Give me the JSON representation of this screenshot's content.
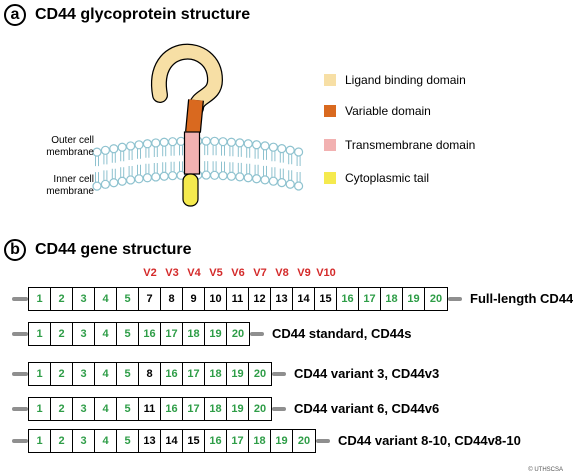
{
  "panel_a": {
    "badge": "a",
    "title": "CD44 glycoprotein structure",
    "membrane_labels": {
      "outer": [
        "Outer cell",
        "membrane"
      ],
      "inner": [
        "Inner cell",
        "membrane"
      ]
    },
    "legend": [
      {
        "label": "Ligand binding domain",
        "color": "#f7dfa5"
      },
      {
        "label": "Variable domain",
        "color": "#d9691f"
      },
      {
        "label": "Transmembrane domain",
        "color": "#f2b1b1"
      },
      {
        "label": "Cytoplasmic tail",
        "color": "#f5ea4e"
      }
    ],
    "membrane_color": "#8ec2cf"
  },
  "panel_b": {
    "badge": "b",
    "title": "CD44 gene structure",
    "variable_exon_labels": [
      "V2",
      "V3",
      "V4",
      "V5",
      "V6",
      "V7",
      "V8",
      "V9",
      "V10"
    ],
    "colors": {
      "standard_exon": "#2e9d47",
      "variable_exon": "#000000",
      "variable_label": "#d42a2a"
    },
    "isoforms": [
      {
        "label": "Full-length CD44",
        "exons": [
          "1",
          "2",
          "3",
          "4",
          "5",
          "7",
          "8",
          "9",
          "10",
          "11",
          "12",
          "13",
          "14",
          "15",
          "16",
          "17",
          "18",
          "19",
          "20"
        ]
      },
      {
        "label": "CD44 standard, CD44s",
        "exons": [
          "1",
          "2",
          "3",
          "4",
          "5",
          "16",
          "17",
          "18",
          "19",
          "20"
        ]
      },
      {
        "label": "CD44 variant 3, CD44v3",
        "exons": [
          "1",
          "2",
          "3",
          "4",
          "5",
          "8",
          "16",
          "17",
          "18",
          "19",
          "20"
        ]
      },
      {
        "label": "CD44 variant 6, CD44v6",
        "exons": [
          "1",
          "2",
          "3",
          "4",
          "5",
          "11",
          "16",
          "17",
          "18",
          "19",
          "20"
        ]
      },
      {
        "label": "CD44 variant 8-10, CD44v8-10",
        "exons": [
          "1",
          "2",
          "3",
          "4",
          "5",
          "13",
          "14",
          "15",
          "16",
          "17",
          "18",
          "19",
          "20"
        ]
      }
    ]
  },
  "copyright": "© UTHSCSA"
}
